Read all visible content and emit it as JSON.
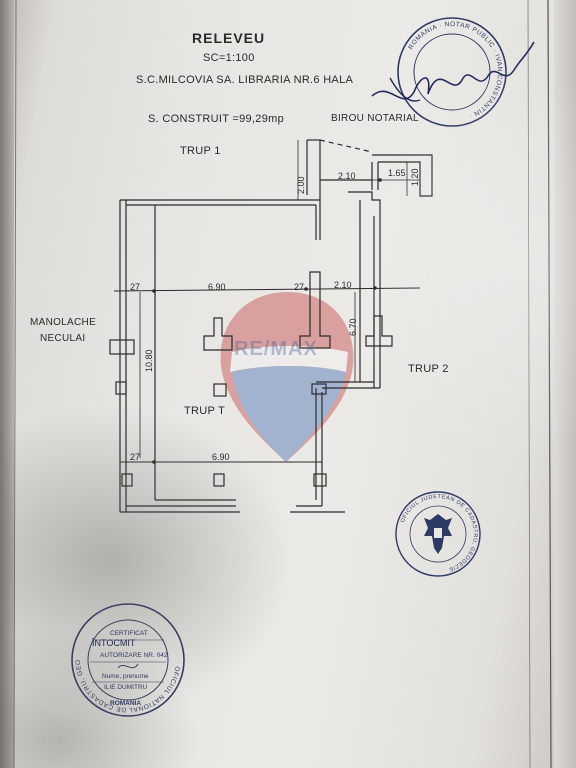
{
  "document": {
    "title": "RELEVEU",
    "scale": "SC=1:100",
    "company": "S.C.MILCOVIA SA.  LIBRARIA NR.6  HALA",
    "built_area": "S. CONSTRUIT =99,29mp",
    "neighbor_office": "BIROU NOTARIAL",
    "neighbor_top": "TRUP 1",
    "neighbor_left_line1": "MANOLACHE",
    "neighbor_left_line2": "NECULAI",
    "neighbor_right": "TRUP 2",
    "unit_label": "TRUP T"
  },
  "dimensions": {
    "d_200": "2.00",
    "d_210_top": "2.10",
    "d_165": "1.65",
    "d_120": "1.20",
    "d_27_a": "27",
    "d_690_a": "6.90",
    "d_27_b": "27",
    "d_210_mid": "2.10",
    "d_670": "6.70",
    "d_1080": "10.80",
    "d_27_c": "27",
    "d_690_b": "6.90"
  },
  "stamps": {
    "notary_ring": "ROMANIA · NOTAR PUBLIC · IVAN CONSTANTIN ·",
    "cadastre_ring": "OFICIUL NATIONAL DE CADASTRU, GEODEZIE SI CARTOGRAFIE",
    "cadastre_country": "ROMANIA",
    "cert_line1": "CERTIFICAT",
    "cert_line2": "AUTORIZARE NR. 042",
    "cert_line3": "Nume, prenume",
    "cert_line4": "ILIE DUMITRU",
    "cert_handwritten": "ÎNTOCMIT",
    "ocpi_ring": "OFICIUL JUDETEAN DE CADASTRU, GEODEZIE"
  },
  "watermark": {
    "brand": "RE/MAX",
    "colors": {
      "red": "#d23a3a",
      "blue": "#2d5fa8"
    }
  },
  "colors": {
    "ink": "#2a2a2e",
    "stamp_ink": "#2d3a66",
    "paper": "#e8e6e2"
  }
}
